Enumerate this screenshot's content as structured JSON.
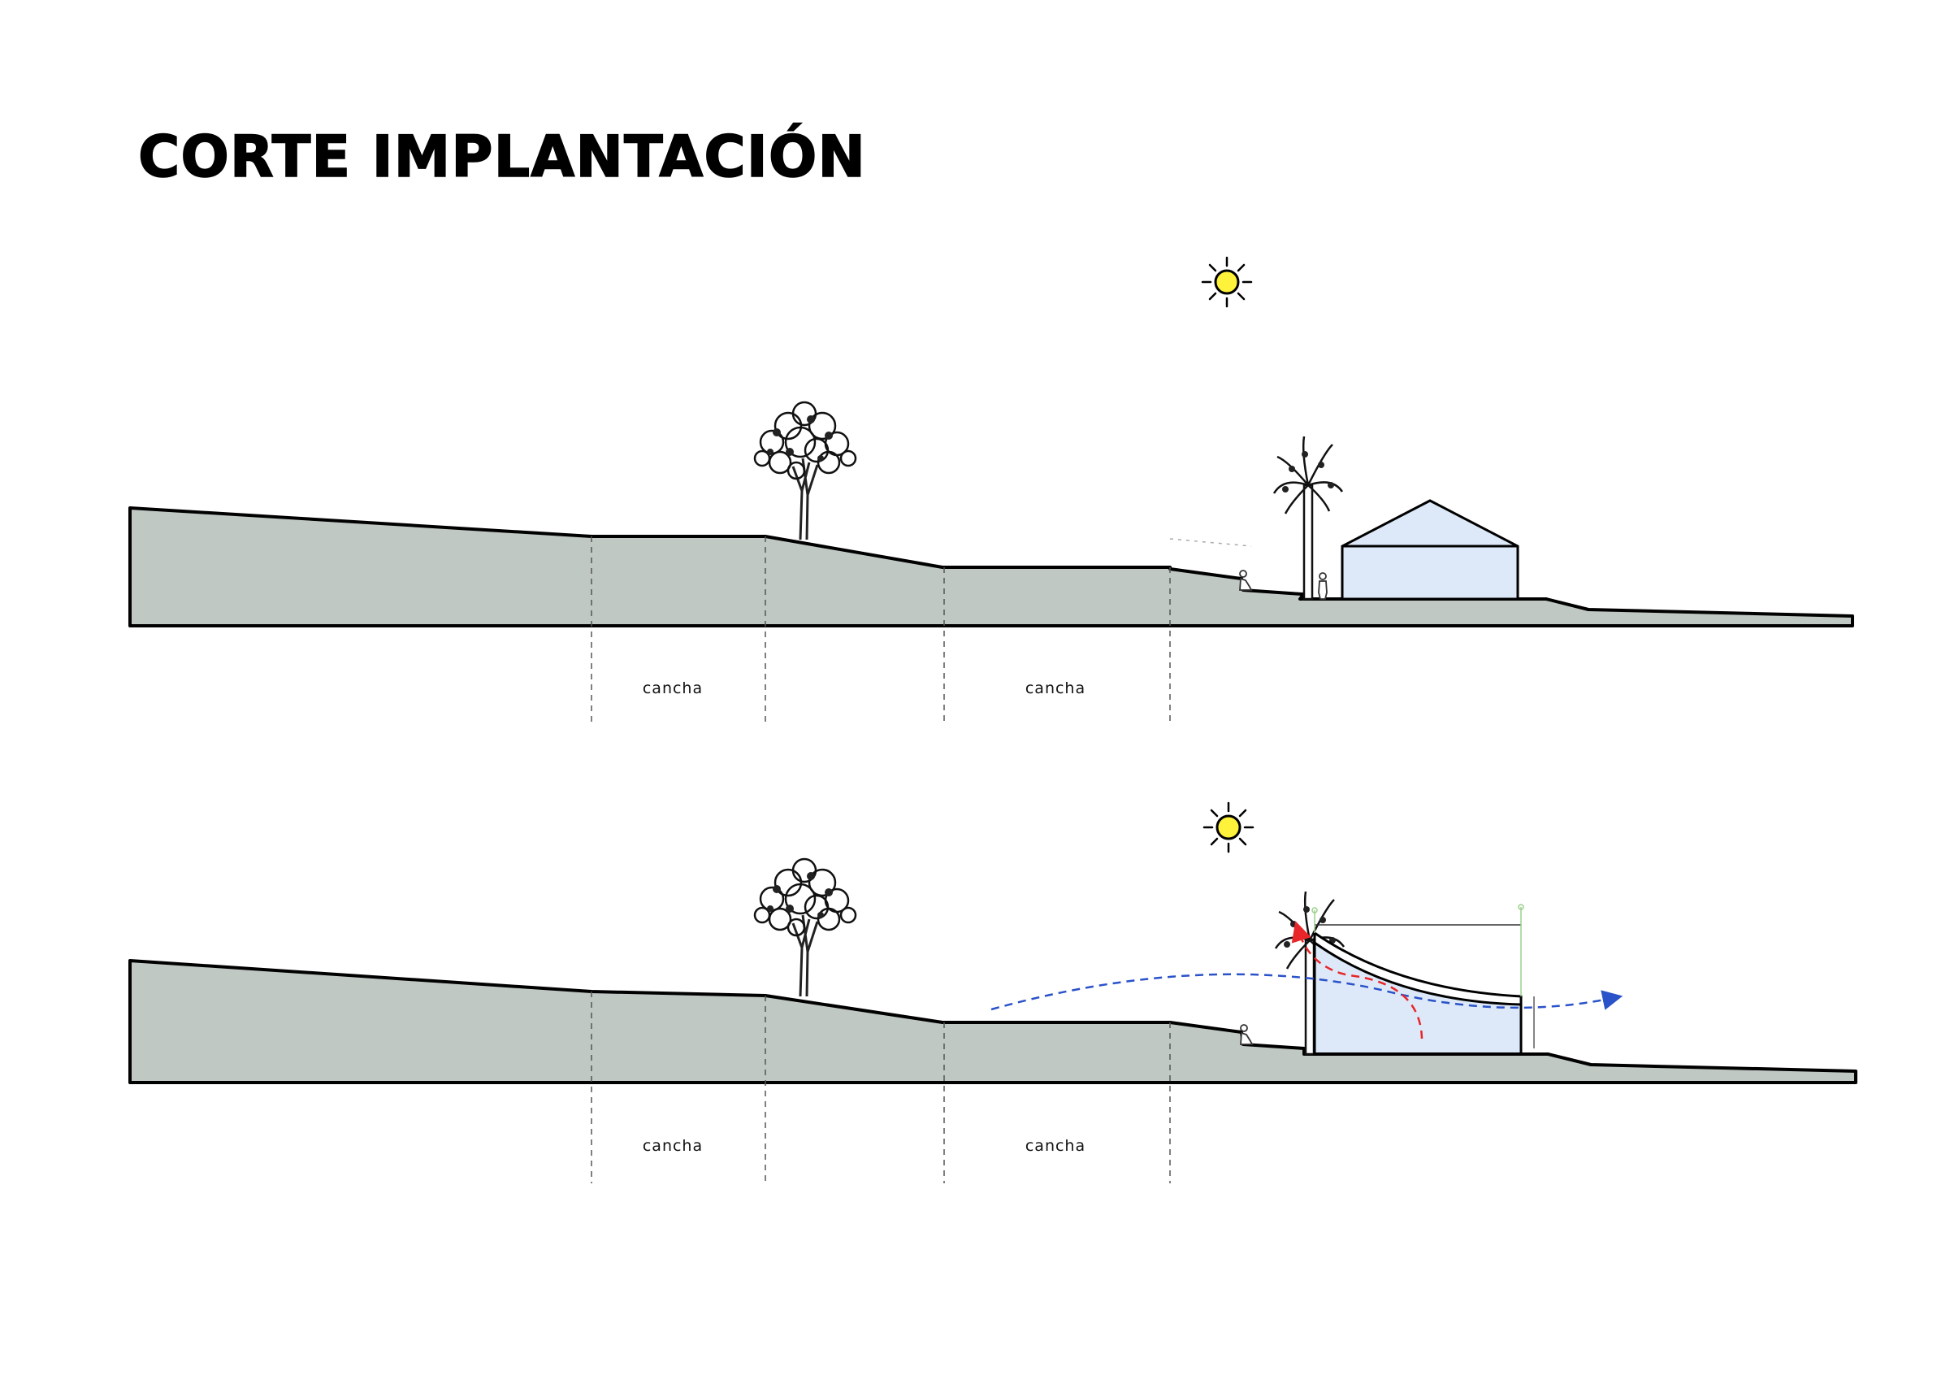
{
  "title": "CORTE IMPLANTACIÓN",
  "sections": [
    {
      "labels": [
        "cancha",
        "cancha"
      ]
    },
    {
      "labels": [
        "cancha",
        "cancha"
      ]
    }
  ],
  "colors": {
    "ground": "#bfc8c3",
    "building": "#dde9f8",
    "sun": "#fff23a",
    "hot_air": "#e8262a",
    "cool_air": "#2a52c9"
  }
}
